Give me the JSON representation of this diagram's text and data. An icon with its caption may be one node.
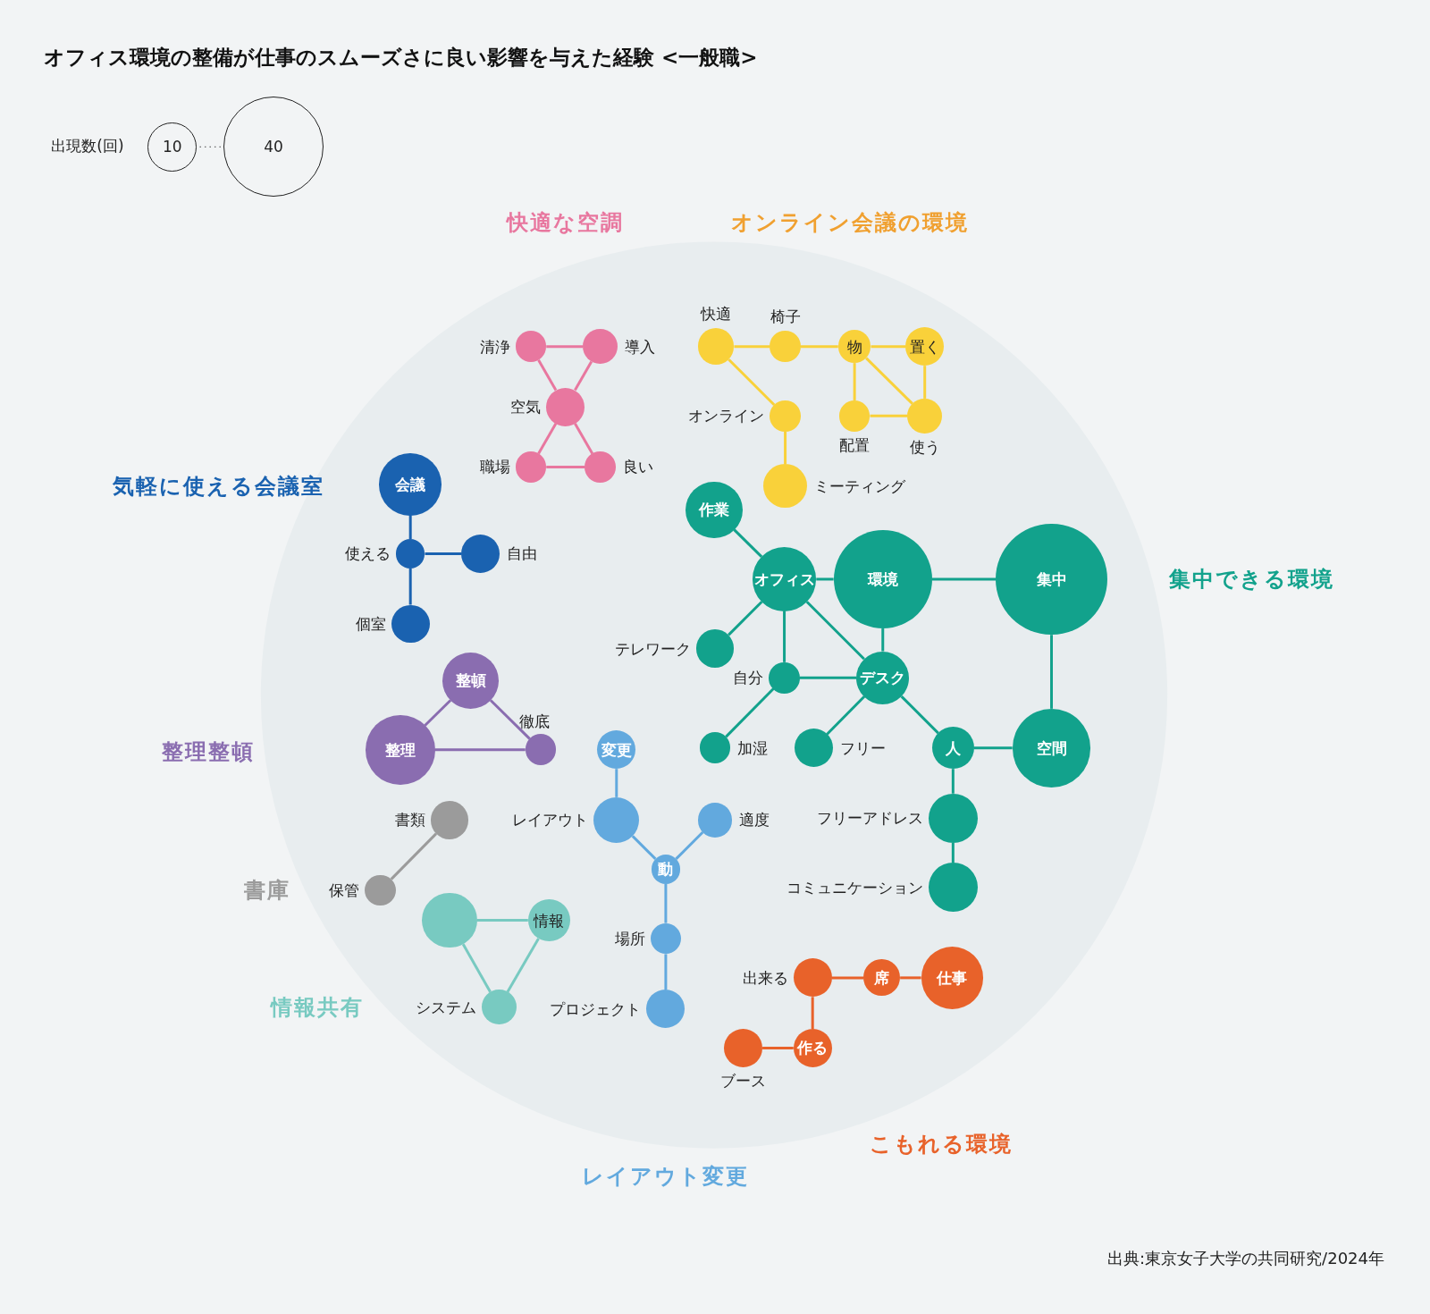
{
  "diagram": {
    "title": "オフィス環境の整備が仕事のスムーズさに良い影響を与えた経験 <一般職>",
    "caption": "出典:東京女子大学の共同研究/2024年",
    "nodes": [
      {
        "text": [
          "清浄"
        ]
      },
      {
        "text": [
          "導入"
        ]
      },
      {
        "text": [
          "空気"
        ]
      },
      {
        "text": [
          "職場"
        ]
      },
      {
        "text": [
          "良い"
        ]
      },
      {
        "text": [
          "快適"
        ]
      },
      {
        "text": [
          "椅子"
        ]
      },
      {
        "text": [
          "物"
        ]
      },
      {
        "text": [
          "置く"
        ]
      },
      {
        "text": [
          "オンライン"
        ]
      },
      {
        "text": [
          "配置"
        ]
      },
      {
        "text": [
          "使う"
        ]
      },
      {
        "text": [
          "ミーティング"
        ]
      },
      {
        "text": [
          "会議"
        ]
      },
      {
        "text": [
          "使える"
        ]
      },
      {
        "text": [
          "自由"
        ]
      },
      {
        "text": [
          "個室"
        ]
      },
      {
        "text": [
          "整頓"
        ]
      },
      {
        "text": [
          "整理"
        ]
      },
      {
        "text": [
          "徹底"
        ]
      },
      {
        "text": [
          "作業"
        ]
      },
      {
        "text": [
          "オフィス"
        ]
      },
      {
        "text": [
          "環境"
        ]
      },
      {
        "text": [
          "集中"
        ]
      },
      {
        "text": [
          "テレワーク"
        ]
      },
      {
        "text": [
          "自分"
        ]
      },
      {
        "text": [
          "デスク"
        ]
      },
      {
        "text": [
          "加湿"
        ]
      },
      {
        "text": [
          "フリー"
        ]
      },
      {
        "text": [
          "人"
        ]
      },
      {
        "text": [
          "空間"
        ]
      },
      {
        "text": [
          "フリーアドレス"
        ]
      },
      {
        "text": [
          "コミュニケーション"
        ]
      },
      {
        "text": [
          "変更"
        ]
      },
      {
        "text": [
          "レイアウト"
        ]
      },
      {
        "text": [
          "適度"
        ]
      },
      {
        "text": [
          "動"
        ]
      },
      {
        "text": [
          "場所"
        ]
      },
      {
        "text": [
          "プロジェクト"
        ]
      },
      {
        "text": [
          "書類"
        ]
      },
      {
        "text": [
          "保管"
        ]
      },
      {
        "text": [],
        "shape": "circle"
      },
      {
        "text": [
          "情報"
        ]
      },
      {
        "text": [
          "システム"
        ]
      },
      {
        "text": [
          "出来る"
        ]
      },
      {
        "text": [
          "席"
        ]
      },
      {
        "text": [
          "仕事"
        ]
      },
      {
        "text": [
          "作る"
        ]
      },
      {
        "text": [
          "ブース"
        ]
      }
    ],
    "edges": [
      {
        "from": 0,
        "to": 1,
        "arrow": "none",
        "color": "#e8779f"
      },
      {
        "from": 0,
        "to": 2,
        "arrow": "none",
        "color": "#e8779f"
      },
      {
        "from": 1,
        "to": 2,
        "arrow": "none",
        "color": "#e8779f"
      },
      {
        "from": 2,
        "to": 3,
        "arrow": "none",
        "color": "#e8779f"
      },
      {
        "from": 2,
        "to": 4,
        "arrow": "none",
        "color": "#e8779f"
      },
      {
        "from": 3,
        "to": 4,
        "arrow": "none",
        "color": "#e8779f"
      },
      {
        "from": 5,
        "to": 6,
        "arrow": "none",
        "color": "#f9d13a"
      },
      {
        "from": 6,
        "to": 7,
        "arrow": "none",
        "color": "#f9d13a"
      },
      {
        "from": 7,
        "to": 8,
        "arrow": "none",
        "color": "#f9d13a"
      },
      {
        "from": 5,
        "to": 9,
        "arrow": "none",
        "color": "#f9d13a"
      },
      {
        "from": 9,
        "to": 12,
        "arrow": "none",
        "color": "#f9d13a"
      },
      {
        "from": 7,
        "to": 10,
        "arrow": "none",
        "color": "#f9d13a"
      },
      {
        "from": 7,
        "to": 11,
        "arrow": "none",
        "color": "#f9d13a"
      },
      {
        "from": 8,
        "to": 11,
        "arrow": "none",
        "color": "#f9d13a"
      },
      {
        "from": 10,
        "to": 11,
        "arrow": "none",
        "color": "#f9d13a"
      },
      {
        "from": 13,
        "to": 14,
        "arrow": "none",
        "color": "#1a62b0"
      },
      {
        "from": 14,
        "to": 15,
        "arrow": "none",
        "color": "#1a62b0"
      },
      {
        "from": 14,
        "to": 16,
        "arrow": "none",
        "color": "#1a62b0"
      },
      {
        "from": 17,
        "to": 18,
        "arrow": "none",
        "color": "#8a6db0"
      },
      {
        "from": 17,
        "to": 19,
        "arrow": "none",
        "color": "#8a6db0"
      },
      {
        "from": 18,
        "to": 19,
        "arrow": "none",
        "color": "#8a6db0"
      },
      {
        "from": 20,
        "to": 21,
        "arrow": "none"
      },
      {
        "from": 21,
        "to": 22,
        "arrow": "none"
      },
      {
        "from": 22,
        "to": 23,
        "arrow": "none"
      },
      {
        "from": 21,
        "to": 24,
        "arrow": "none"
      },
      {
        "from": 21,
        "to": 25,
        "arrow": "none"
      },
      {
        "from": 21,
        "to": 26,
        "arrow": "none"
      },
      {
        "from": 22,
        "to": 26,
        "arrow": "none"
      },
      {
        "from": 25,
        "to": 26,
        "arrow": "none"
      },
      {
        "from": 25,
        "to": 27,
        "arrow": "none"
      },
      {
        "from": 26,
        "to": 28,
        "arrow": "none"
      },
      {
        "from": 26,
        "to": 29,
        "arrow": "none"
      },
      {
        "from": 29,
        "to": 30,
        "arrow": "none"
      },
      {
        "from": 23,
        "to": 30,
        "arrow": "none"
      },
      {
        "from": 29,
        "to": 31,
        "arrow": "none"
      },
      {
        "from": 31,
        "to": 32,
        "arrow": "none"
      },
      {
        "from": 33,
        "to": 34,
        "arrow": "none",
        "color": "#62a9de"
      },
      {
        "from": 34,
        "to": 36,
        "arrow": "none",
        "color": "#62a9de"
      },
      {
        "from": 35,
        "to": 36,
        "arrow": "none",
        "color": "#62a9de"
      },
      {
        "from": 36,
        "to": 37,
        "arrow": "none",
        "color": "#62a9de"
      },
      {
        "from": 37,
        "to": 38,
        "arrow": "none",
        "color": "#62a9de"
      },
      {
        "from": 39,
        "to": 40,
        "arrow": "none",
        "color": "#9b9b9b"
      },
      {
        "from": 41,
        "to": 42,
        "arrow": "none",
        "color": "#78cac1"
      },
      {
        "from": 41,
        "to": 43,
        "arrow": "none",
        "color": "#78cac1"
      },
      {
        "from": 42,
        "to": 43,
        "arrow": "none",
        "color": "#78cac1"
      },
      {
        "from": 44,
        "to": 45,
        "arrow": "none",
        "color": "#e8622a"
      },
      {
        "from": 45,
        "to": 46,
        "arrow": "none",
        "color": "#e8622a"
      },
      {
        "from": 44,
        "to": 47,
        "arrow": "none",
        "color": "#e8622a"
      },
      {
        "from": 47,
        "to": 48,
        "arrow": "none",
        "color": "#e8622a"
      }
    ],
    "labels": [
      "出現数(回)",
      "快適な空調",
      "オンライン会議の環境",
      "気軽に使える会議室",
      "集中できる環境",
      "整理整頓",
      "書庫",
      "情報共有",
      "レイアウト変更",
      "こもれる環境"
    ],
    "legend": [
      {
        "text": "10"
      },
      {
        "text": "40"
      }
    ]
  }
}
